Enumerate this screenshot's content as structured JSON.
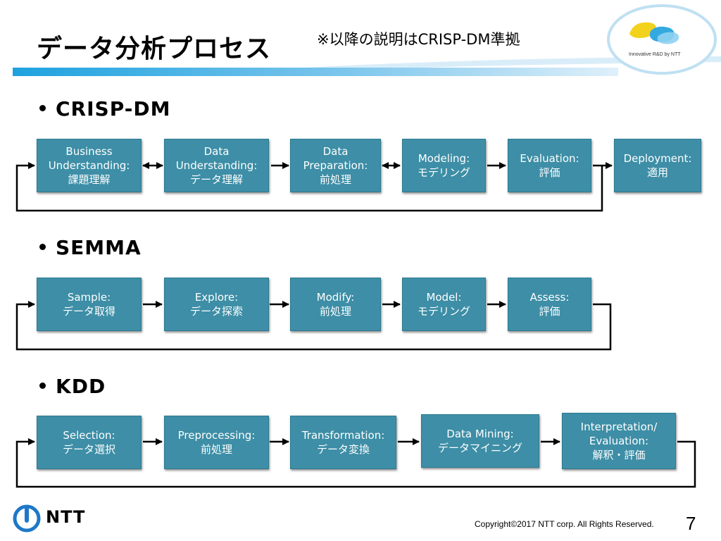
{
  "slide": {
    "title": "データ分析プロセス",
    "note": "※以降の説明はCRISP-DM準拠",
    "logo_tagline": "Innovative R&D by NTT",
    "company_logo_text": "NTT",
    "copyright": "Copyright©2017  NTT corp. All Rights Reserved.",
    "page_number": "7",
    "accent_color": "#3d8ea6",
    "band_color": "#2aa7e0"
  },
  "sections": [
    {
      "title": "CRISP-DM",
      "steps": [
        {
          "label": "Business\nUnderstanding:\n課題理解"
        },
        {
          "label": "Data\nUnderstanding:\nデータ理解"
        },
        {
          "label": "Data\nPreparation:\n前処理"
        },
        {
          "label": "Modeling:\nモデリング"
        },
        {
          "label": "Evaluation:\n評価"
        },
        {
          "label": "Deployment:\n適用"
        }
      ]
    },
    {
      "title": "SEMMA",
      "steps": [
        {
          "label": "Sample:\nデータ取得"
        },
        {
          "label": "Explore:\nデータ探索"
        },
        {
          "label": "Modify:\n前処理"
        },
        {
          "label": "Model:\nモデリング"
        },
        {
          "label": "Assess:\n評価"
        }
      ]
    },
    {
      "title": "KDD",
      "steps": [
        {
          "label": "Selection:\nデータ選択"
        },
        {
          "label": "Preprocessing:\n前処理"
        },
        {
          "label": "Transformation:\nデータ変換"
        },
        {
          "label": "Data Mining:\nデータマイニング"
        },
        {
          "label": "Interpretation/\nEvaluation:\n解釈・評価"
        }
      ]
    }
  ]
}
